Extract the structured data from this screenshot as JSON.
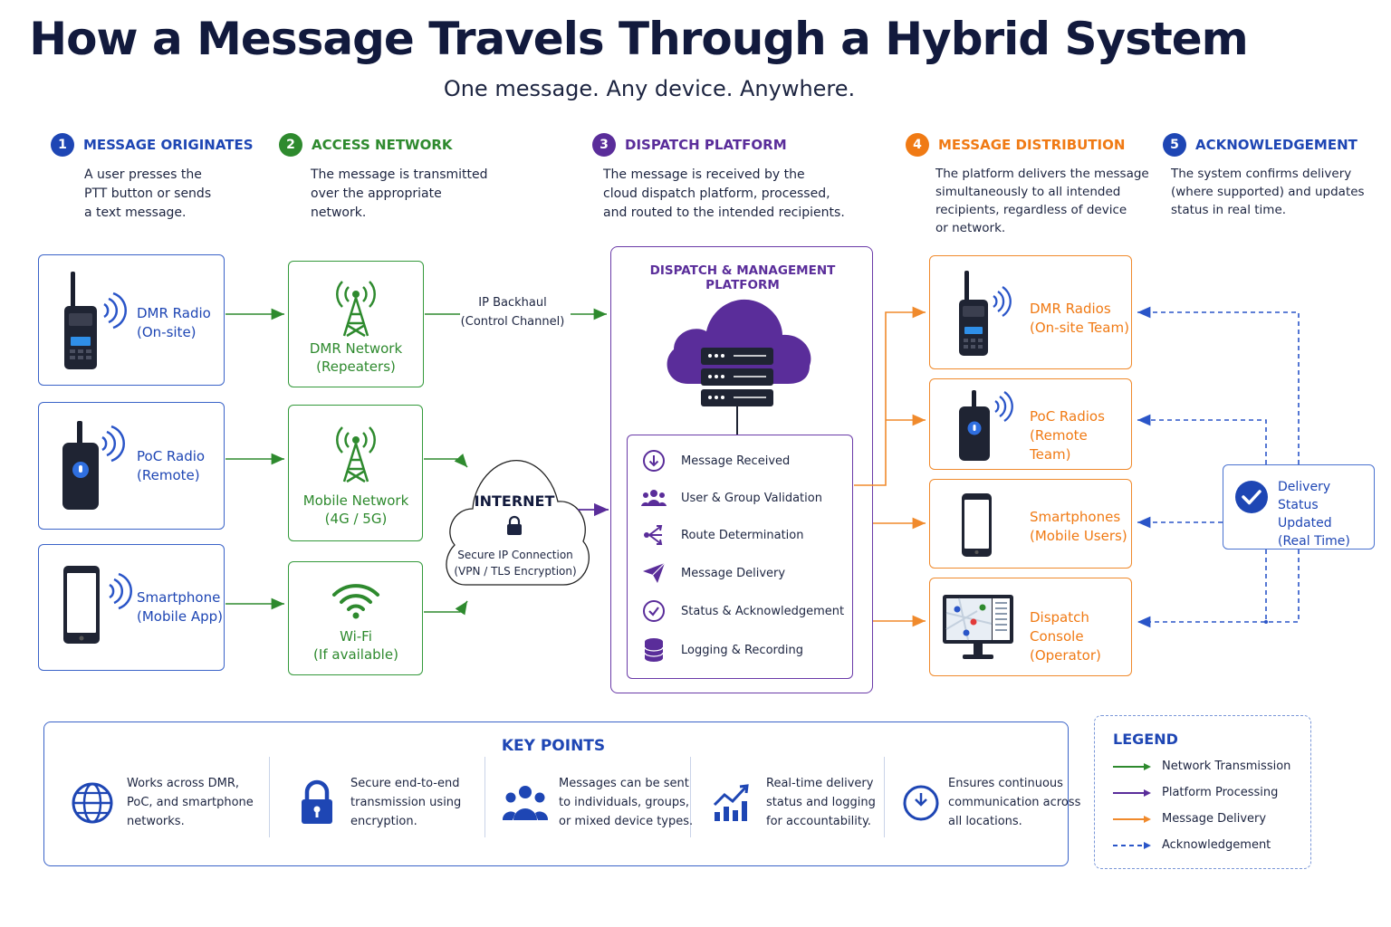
{
  "title": "How a Message Travels Through a Hybrid System",
  "subtitle": "One message. Any device. Anywhere.",
  "steps": [
    {
      "num": "1",
      "title": "MESSAGE ORIGINATES",
      "desc": [
        "A user presses the",
        "PTT button or sends",
        "a text message."
      ],
      "color": "#1e46b4"
    },
    {
      "num": "2",
      "title": "ACCESS NETWORK",
      "desc": [
        "The message is transmitted",
        "over the appropriate",
        "network."
      ],
      "color": "#2e8a2e"
    },
    {
      "num": "3",
      "title": "DISPATCH PLATFORM",
      "desc": [
        "The message is received by the",
        "cloud dispatch platform, processed,",
        "and routed to the intended recipients."
      ],
      "color": "#5a2d9a"
    },
    {
      "num": "4",
      "title": "MESSAGE DISTRIBUTION",
      "desc": [
        "The platform delivers the message",
        "simultaneously to all intended",
        "recipients, regardless of device",
        "or network."
      ],
      "color": "#f07a14"
    },
    {
      "num": "5",
      "title": "ACKNOWLEDGEMENT",
      "desc": [
        "The system confirms delivery",
        "(where supported) and updates",
        "status in real time."
      ],
      "color": "#1e46b4"
    }
  ],
  "sources": [
    {
      "line1": "DMR Radio",
      "line2": "(On-site)",
      "icon": "dmr-radio-icon"
    },
    {
      "line1": "PoC Radio",
      "line2": "(Remote)",
      "icon": "poc-radio-icon"
    },
    {
      "line1": "Smartphone",
      "line2": "(Mobile App)",
      "icon": "smartphone-icon"
    }
  ],
  "networks": [
    {
      "line1": "DMR Network",
      "line2": "(Repeaters)",
      "icon": "radio-tower-icon"
    },
    {
      "line1": "Mobile Network",
      "line2": "(4G / 5G)",
      "icon": "cell-tower-icon"
    },
    {
      "line1": "Wi-Fi",
      "line2": "(If available)",
      "icon": "wifi-icon"
    }
  ],
  "backhaul": {
    "line1": "IP Backhaul",
    "line2": "(Control Channel)"
  },
  "internet": {
    "title": "INTERNET",
    "line1": "Secure IP Connection",
    "line2": "(VPN / TLS Encryption)",
    "icon": "lock-icon"
  },
  "platform": {
    "title": "DISPATCH & MANAGEMENT PLATFORM",
    "icon": "cloud-server-icon",
    "items": [
      {
        "label": "Message Received",
        "icon": "arrow-down-circle-icon"
      },
      {
        "label": "User & Group Validation",
        "icon": "users-icon"
      },
      {
        "label": "Route Determination",
        "icon": "route-icon"
      },
      {
        "label": "Message Delivery",
        "icon": "send-icon"
      },
      {
        "label": "Status & Acknowledgement",
        "icon": "check-circle-icon"
      },
      {
        "label": "Logging & Recording",
        "icon": "database-icon"
      }
    ]
  },
  "destinations": [
    {
      "line1": "DMR Radios",
      "line2": "(On-site Team)",
      "icon": "dmr-radio-icon"
    },
    {
      "line1": "PoC Radios",
      "line2": "(Remote Team)",
      "icon": "poc-radio-icon"
    },
    {
      "line1": "Smartphones",
      "line2": "(Mobile Users)",
      "icon": "smartphone-icon"
    },
    {
      "line1": "Dispatch Console",
      "line2": "(Operator)",
      "icon": "monitor-map-icon"
    }
  ],
  "status": {
    "line1": "Delivery Status",
    "line2": "Updated",
    "line3": "(Real Time)",
    "icon": "checkmark-icon"
  },
  "key_points": {
    "title": "KEY POINTS",
    "items": [
      {
        "lines": [
          "Works across DMR,",
          "PoC, and smartphone",
          "networks."
        ],
        "icon": "globe-icon"
      },
      {
        "lines": [
          "Secure end-to-end",
          "transmission using",
          "encryption."
        ],
        "icon": "padlock-icon"
      },
      {
        "lines": [
          "Messages can be sent",
          "to individuals, groups,",
          "or mixed device types."
        ],
        "icon": "group-icon"
      },
      {
        "lines": [
          "Real-time delivery",
          "status and logging",
          "for accountability."
        ],
        "icon": "growth-chart-icon"
      },
      {
        "lines": [
          "Ensures continuous",
          "communication across",
          "all locations."
        ],
        "icon": "clock-icon"
      }
    ]
  },
  "legend": {
    "title": "LEGEND",
    "items": [
      {
        "label": "Network Transmission",
        "color": "#2e8a2e",
        "style": "solid"
      },
      {
        "label": "Platform Processing",
        "color": "#5a2d9a",
        "style": "solid"
      },
      {
        "label": "Message Delivery",
        "color": "#f08a2c",
        "style": "solid"
      },
      {
        "label": "Acknowledgement",
        "color": "#2a55c8",
        "style": "dashed"
      }
    ]
  },
  "colors": {
    "blue": "#1e46b4",
    "green": "#2e8a2e",
    "purple": "#5a2d9a",
    "orange": "#f07a14",
    "navy": "#121a3d"
  }
}
